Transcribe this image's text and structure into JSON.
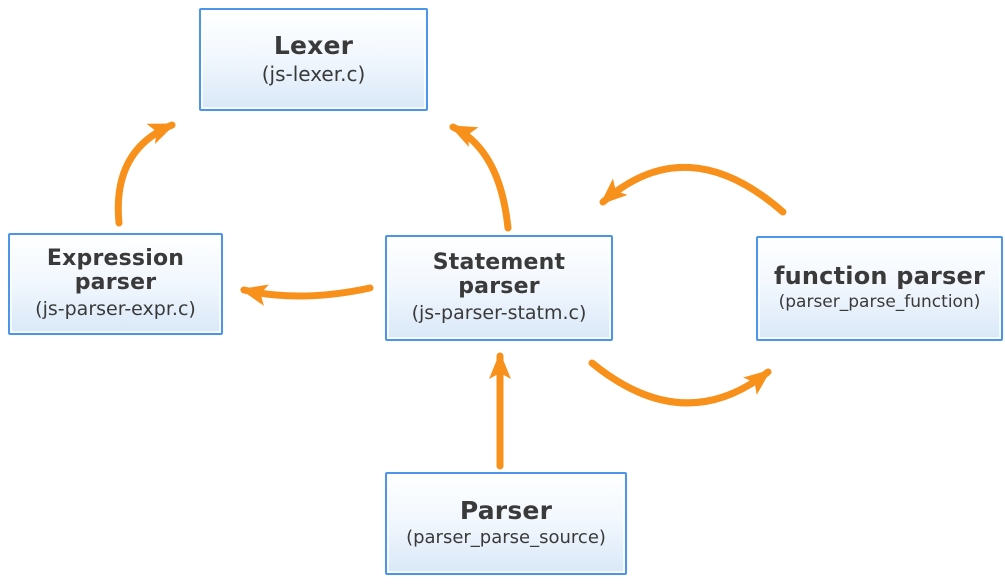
{
  "diagram": {
    "description": "Parser architecture diagram with five components connected by orange arrows",
    "colors": {
      "arrow": "#F8911B",
      "node_border": "#4D95E8",
      "node_fill_top": "#FEFFFF",
      "node_fill_bottom": "#D9E8F8",
      "text": "#3A3A3A",
      "background": "#FFFFFF"
    },
    "nodes": [
      {
        "id": "lexer",
        "title": "Lexer",
        "subtitle": "(js-lexer.c)"
      },
      {
        "id": "expression-parser",
        "title": "Expression\nparser",
        "subtitle": "(js-parser-expr.c)"
      },
      {
        "id": "statement-parser",
        "title": "Statement\nparser",
        "subtitle": "(js-parser-statm.c)"
      },
      {
        "id": "function-parser",
        "title": "function parser",
        "subtitle": "(parser_parse_function)"
      },
      {
        "id": "parser",
        "title": "Parser",
        "subtitle": "(parser_parse_source)"
      }
    ],
    "edges": [
      {
        "from": "expression-parser",
        "to": "lexer"
      },
      {
        "from": "statement-parser",
        "to": "lexer"
      },
      {
        "from": "statement-parser",
        "to": "expression-parser"
      },
      {
        "from": "function-parser",
        "to": "statement-parser"
      },
      {
        "from": "statement-parser",
        "to": "function-parser"
      },
      {
        "from": "parser",
        "to": "statement-parser"
      }
    ]
  }
}
